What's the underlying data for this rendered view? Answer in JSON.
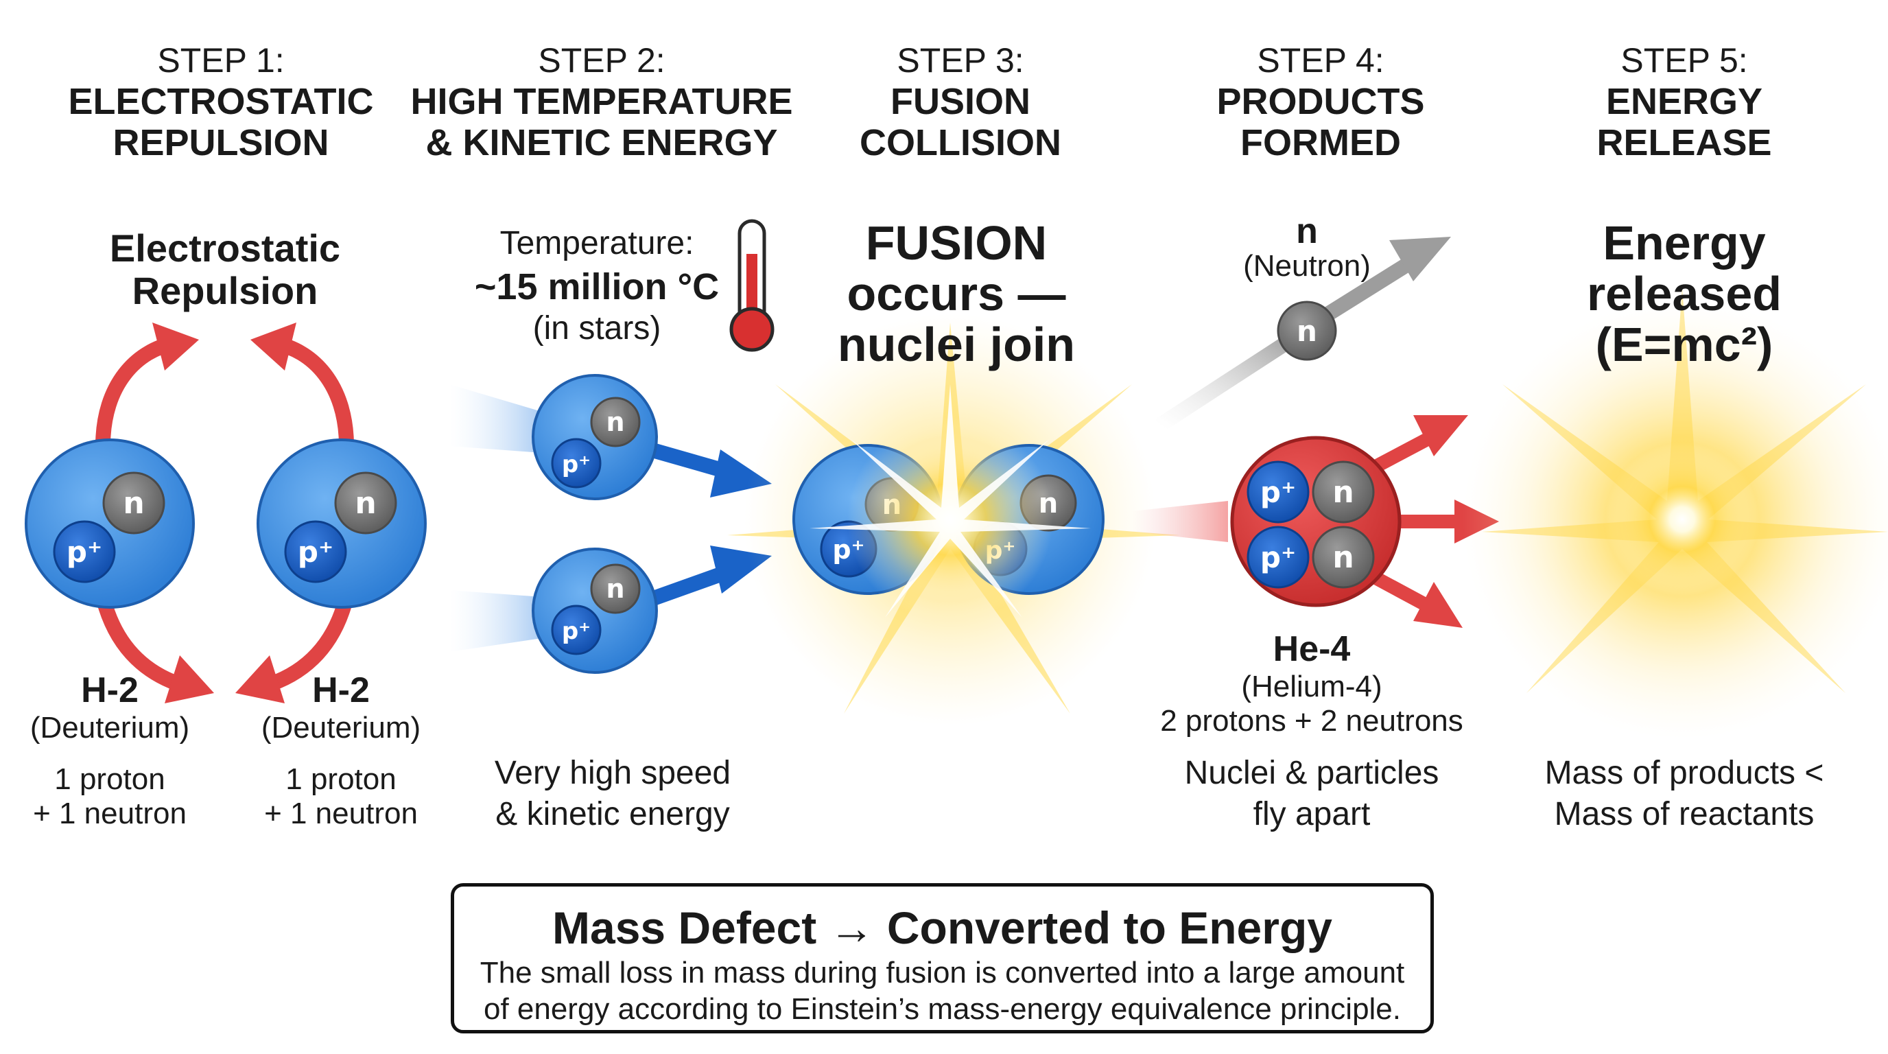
{
  "steps": [
    {
      "number": "STEP 1:",
      "title_line1": "ELECTROSTATIC",
      "title_line2": "REPULSION"
    },
    {
      "number": "STEP 2:",
      "title_line1": "HIGH TEMPERATURE",
      "title_line2": "& KINETIC ENERGY"
    },
    {
      "number": "STEP 3:",
      "title_line1": "FUSION",
      "title_line2": "COLLISION"
    },
    {
      "number": "STEP 4:",
      "title_line1": "PRODUCTS",
      "title_line2": "FORMED"
    },
    {
      "number": "STEP 5:",
      "title_line1": "ENERGY",
      "title_line2": "RELEASE"
    }
  ],
  "particle_labels": {
    "proton": "p⁺",
    "neutron": "n"
  },
  "step1": {
    "heading_line1": "Electrostatic",
    "heading_line2": "Repulsion",
    "left": {
      "name": "H-2",
      "subname": "(Deuterium)",
      "desc_line1": "1 proton",
      "desc_line2": "+ 1 neutron"
    },
    "right": {
      "name": "H-2",
      "subname": "(Deuterium)",
      "desc_line1": "1 proton",
      "desc_line2": "+ 1 neutron"
    }
  },
  "step2": {
    "temp_line1": "Temperature:",
    "temp_line2": "~15 million °C",
    "temp_line3": "(in stars)",
    "caption_line1": "Very high speed",
    "caption_line2": "& kinetic energy"
  },
  "step3": {
    "line1": "FUSION",
    "line2": "occurs —",
    "line3": "nuclei join"
  },
  "step4": {
    "neutron_name": "n",
    "neutron_sub": "(Neutron)",
    "product_name": "He-4",
    "product_sub": "(Helium-4)",
    "product_desc": "2 protons + 2 neutrons",
    "caption_line1": "Nuclei & particles",
    "caption_line2": "fly apart"
  },
  "step5": {
    "line1": "Energy",
    "line2": "released",
    "line3": "(E=mc²)",
    "caption_line1": "Mass of products <",
    "caption_line2": "Mass of reactants"
  },
  "summary": {
    "title": "Mass Defect → Converted to Energy",
    "text": "The small loss in mass during fusion is converted into a large amount\nof energy according to Einstein’s mass-energy equivalence principle."
  },
  "colors": {
    "nucleus_blue": "#3b8fe0",
    "proton_blue": "#1c5fc2",
    "neutron_gray": "#7b7b7b",
    "repulsion_red": "#e04444",
    "motion_blue": "#1a63c8",
    "helium_red": "#d93b3b",
    "energy_yellow": "#ffd23a"
  }
}
